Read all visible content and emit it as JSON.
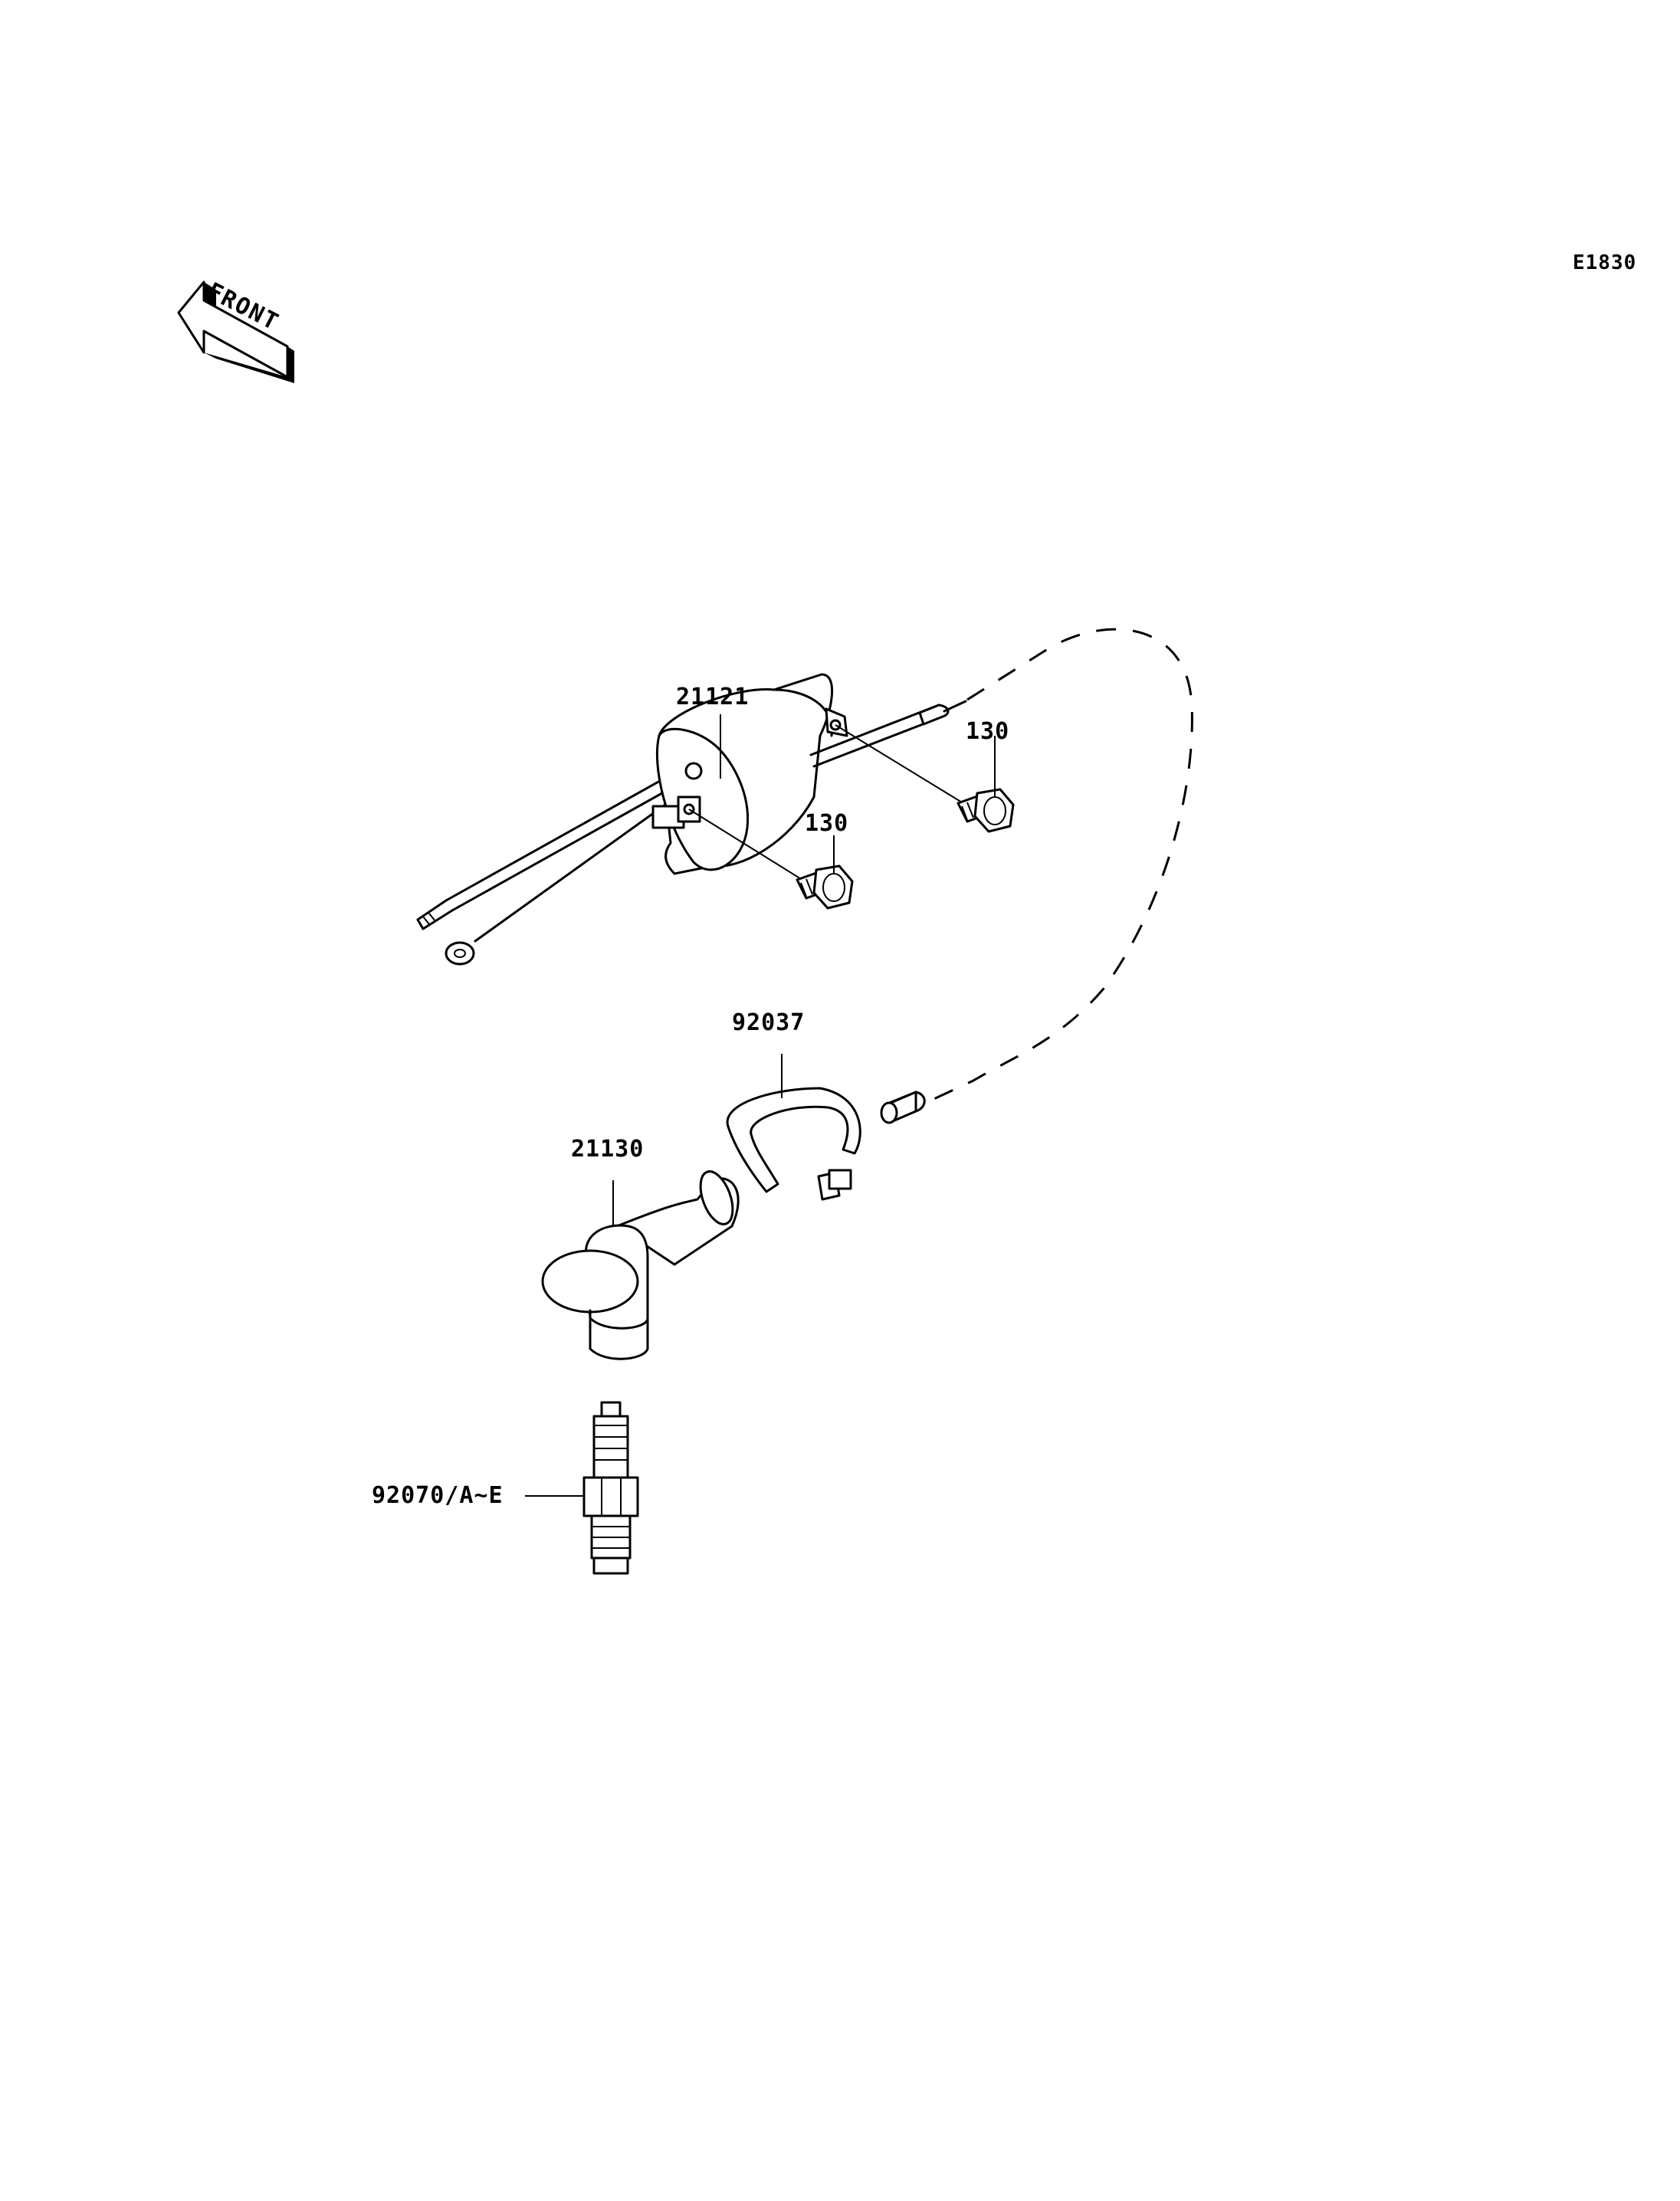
{
  "diagram": {
    "code": "E1830",
    "front_arrow_text": "FRONT",
    "callouts": {
      "ignition_coil": "21121",
      "bolt_upper": "130",
      "bolt_lower": "130",
      "clamp": "92037",
      "plug_cap": "21130",
      "spark_plug": "92070/A~E"
    }
  }
}
